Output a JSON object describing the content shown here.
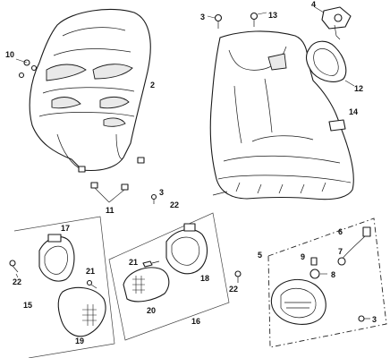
{
  "figure": {
    "callouts": [
      {
        "id": "c-2",
        "label": "2"
      },
      {
        "id": "c-3a",
        "label": "3"
      },
      {
        "id": "c-13",
        "label": "13"
      },
      {
        "id": "c-4",
        "label": "4"
      },
      {
        "id": "c-10",
        "label": "10"
      },
      {
        "id": "c-12",
        "label": "12"
      },
      {
        "id": "c-14",
        "label": "14"
      },
      {
        "id": "c-11",
        "label": "11"
      },
      {
        "id": "c-3b",
        "label": "3"
      },
      {
        "id": "c-22a",
        "label": "22"
      },
      {
        "id": "c-17",
        "label": "17"
      },
      {
        "id": "c-21a",
        "label": "21"
      },
      {
        "id": "c-22b",
        "label": "22"
      },
      {
        "id": "c-15",
        "label": "15"
      },
      {
        "id": "c-19",
        "label": "19"
      },
      {
        "id": "c-21b",
        "label": "21"
      },
      {
        "id": "c-18",
        "label": "18"
      },
      {
        "id": "c-20",
        "label": "20"
      },
      {
        "id": "c-16",
        "label": "16"
      },
      {
        "id": "c-22c",
        "label": "22"
      },
      {
        "id": "c-5",
        "label": "5"
      },
      {
        "id": "c-6",
        "label": "6"
      },
      {
        "id": "c-7",
        "label": "7"
      },
      {
        "id": "c-9",
        "label": "9"
      },
      {
        "id": "c-8",
        "label": "8"
      },
      {
        "id": "c-3c",
        "label": "3"
      }
    ]
  }
}
